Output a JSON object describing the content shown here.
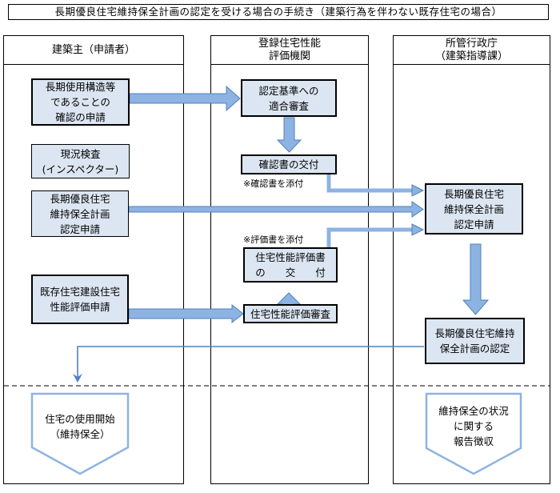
{
  "title": "長期優良住宅維持保全計画の認定を受ける場合の手続き（建築行為を伴わない既存住宅の場合）",
  "lanes": {
    "builder": "建築主（申請者）",
    "agency": "登録住宅性能\n評価機関",
    "government": "所管行政庁\n（建築指導課）"
  },
  "boxes": {
    "confirm_request": "長期使用構造等\nであることの\n確認の申請",
    "standard_review": "認定基準への\n適合審査",
    "certificate_issue": "確認書の交付",
    "inspection": "現況検査\n(インスペクター)",
    "plan_application": "長期優良住宅\n維持保全計画\n認定申請",
    "gov_plan_application": "長期優良住宅\n維持保全計画\n認定申請",
    "performance_issue": "住宅性能評価書\nの　　交　　付",
    "performance_application": "既存住宅建設住宅\n性能評価申請",
    "performance_review": "住宅性能評価審査",
    "gov_certification": "長期優良住宅維持\n保全計画の認定"
  },
  "notes": {
    "attach_certificate": "※確認書を添付",
    "attach_evaluation": "※評価書を添付"
  },
  "endpoints": {
    "use_start": "住宅の使用開始\n（維持保全）",
    "report": "維持保全の状況\nに関する\n報告徴収"
  }
}
